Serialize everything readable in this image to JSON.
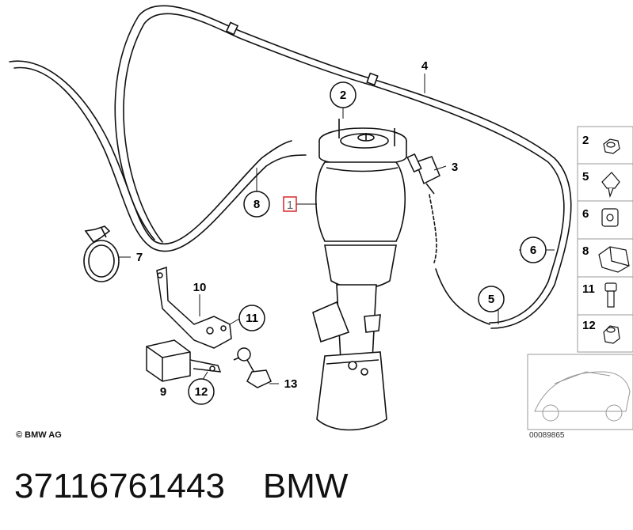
{
  "diagram": {
    "callouts": [
      {
        "key": "c2",
        "label": "2"
      },
      {
        "key": "c3",
        "label": "3"
      },
      {
        "key": "c4",
        "label": "4"
      },
      {
        "key": "c5",
        "label": "5"
      },
      {
        "key": "c6",
        "label": "6"
      },
      {
        "key": "c7",
        "label": "7"
      },
      {
        "key": "c8",
        "label": "8"
      },
      {
        "key": "c9",
        "label": "9"
      },
      {
        "key": "c10",
        "label": "10"
      },
      {
        "key": "c11",
        "label": "11"
      },
      {
        "key": "c12",
        "label": "12"
      },
      {
        "key": "c13",
        "label": "13"
      }
    ],
    "highlighted_part": "1",
    "highlight_color": "#d9262b",
    "side_parts": [
      "2",
      "5",
      "6",
      "8",
      "11",
      "12"
    ],
    "copyright": "© BMW AG",
    "drawing_number": "00089865"
  },
  "caption": {
    "part_number": "37116761443",
    "brand": "BMW"
  }
}
